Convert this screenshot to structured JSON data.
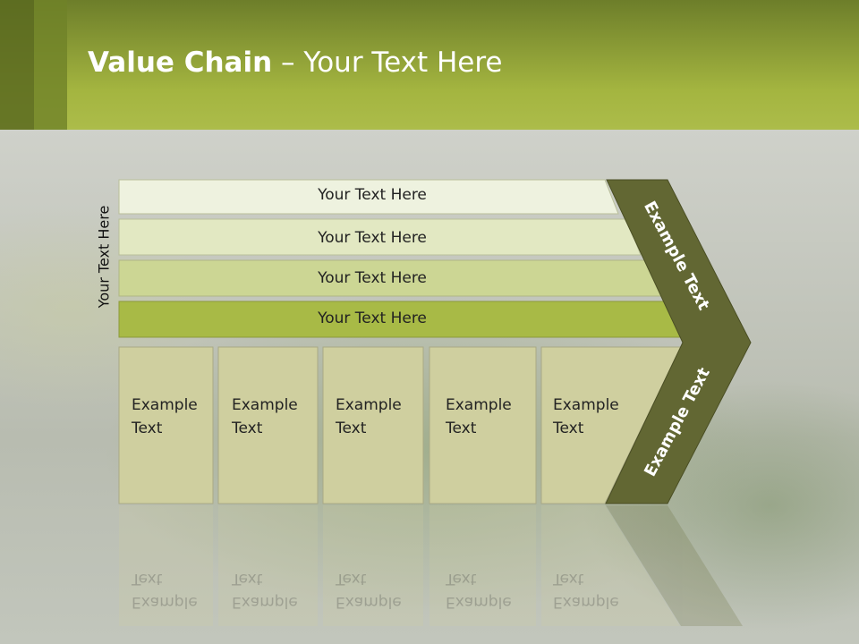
{
  "title": {
    "bold": "Value Chain",
    "rest": " – Your Text Here"
  },
  "axis_label": "Your Text Here",
  "rows": [
    {
      "label": "Your Text Here",
      "color": "#eef2df"
    },
    {
      "label": "Your Text Here",
      "color": "#e2e8c2"
    },
    {
      "label": "Your Text Here",
      "color": "#ccd694"
    },
    {
      "label": "Your Text Here",
      "color": "#a8ba46"
    }
  ],
  "cells": [
    {
      "line1": "Example",
      "line2": "Text"
    },
    {
      "line1": "Example",
      "line2": "Text"
    },
    {
      "line1": "Example",
      "line2": "Text"
    },
    {
      "line1": "Example",
      "line2": "Text"
    },
    {
      "line1": "Example",
      "line2": "Text"
    }
  ],
  "arrow": {
    "top_label": "Example Text",
    "bottom_label": "Example Text",
    "color": "#626733"
  },
  "colors": {
    "cell": "#cfcf9f",
    "header": "#a4b540"
  }
}
